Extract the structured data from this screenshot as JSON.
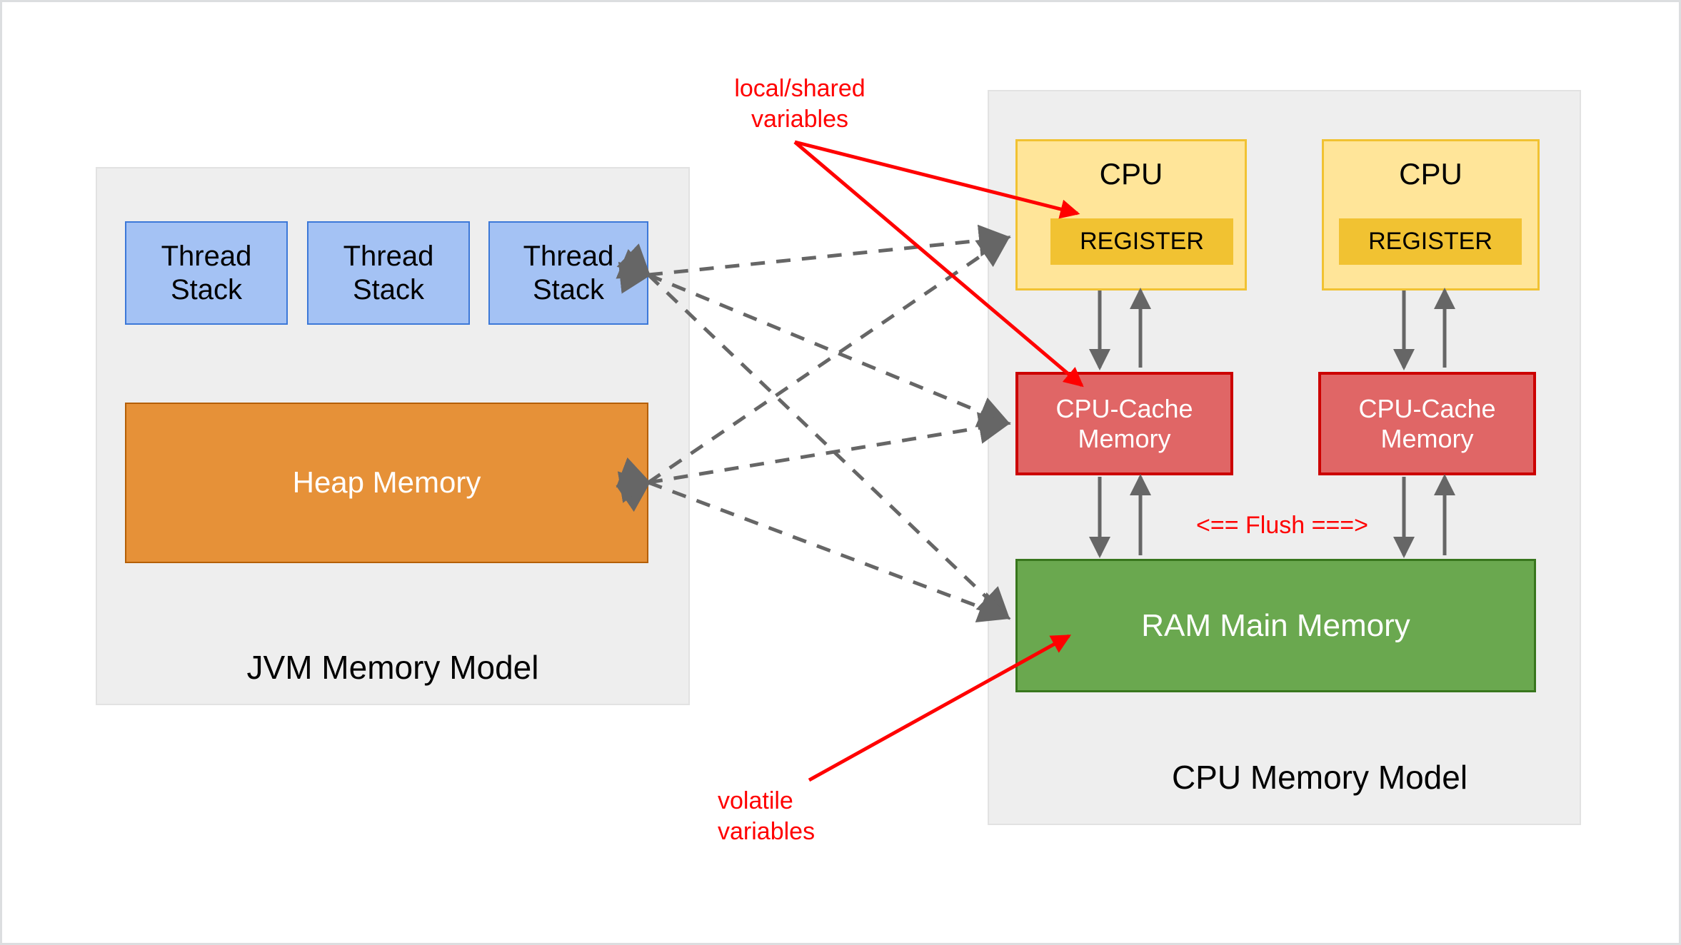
{
  "diagram": {
    "title": "JVM Memory Model and CPU Memory Model",
    "colors": {
      "panel_bg": "#eeeeee",
      "thread_stack_fill": "#a4c2f4",
      "thread_stack_border": "#3c78d8",
      "heap_fill": "#e69138",
      "heap_border": "#b45f06",
      "cpu_fill": "#ffe599",
      "cpu_border": "#f1c232",
      "register_fill": "#f1c232",
      "cache_fill": "#e06666",
      "cache_border": "#cc0000",
      "ram_fill": "#6aa84f",
      "ram_border": "#38761d",
      "annotation_red": "#ff0000",
      "connector_gray": "#666666"
    }
  },
  "jvm_panel": {
    "title": "JVM Memory Model",
    "thread_stacks": [
      {
        "label": "Thread\nStack"
      },
      {
        "label": "Thread\nStack"
      },
      {
        "label": "Thread\nStack"
      }
    ],
    "heap": {
      "label": "Heap Memory"
    }
  },
  "cpu_panel": {
    "title": "CPU Memory Model",
    "cpus": [
      {
        "label": "CPU",
        "register": "REGISTER",
        "cache": "CPU-Cache\nMemory"
      },
      {
        "label": "CPU",
        "register": "REGISTER",
        "cache": "CPU-Cache\nMemory"
      }
    ],
    "ram": {
      "label": "RAM Main Memory"
    },
    "flush_label": "<== Flush ===>"
  },
  "annotations": {
    "local_shared": "local/shared\nvariables",
    "volatile": "volatile variables"
  }
}
